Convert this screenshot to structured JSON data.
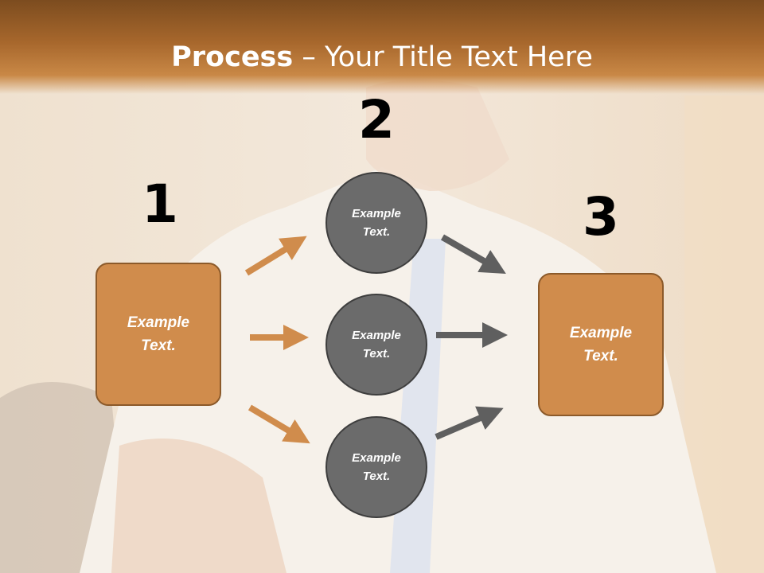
{
  "slide": {
    "title_bold": "Process",
    "title_rest": " – Your Title Text Here"
  },
  "steps": {
    "one": "1",
    "two": "2",
    "three": "3"
  },
  "boxes": {
    "left": [
      "Example",
      "Text."
    ],
    "right": [
      "Example",
      "Text."
    ]
  },
  "circles": [
    [
      "Example",
      "Text."
    ],
    [
      "Example",
      "Text."
    ],
    [
      "Example",
      "Text."
    ]
  ],
  "colors": {
    "header": "#a7672c",
    "box": "#d08c4c",
    "circle": "#6b6b6b",
    "arrow_orange": "#d08c4c",
    "arrow_gray": "#5f5f5f"
  }
}
